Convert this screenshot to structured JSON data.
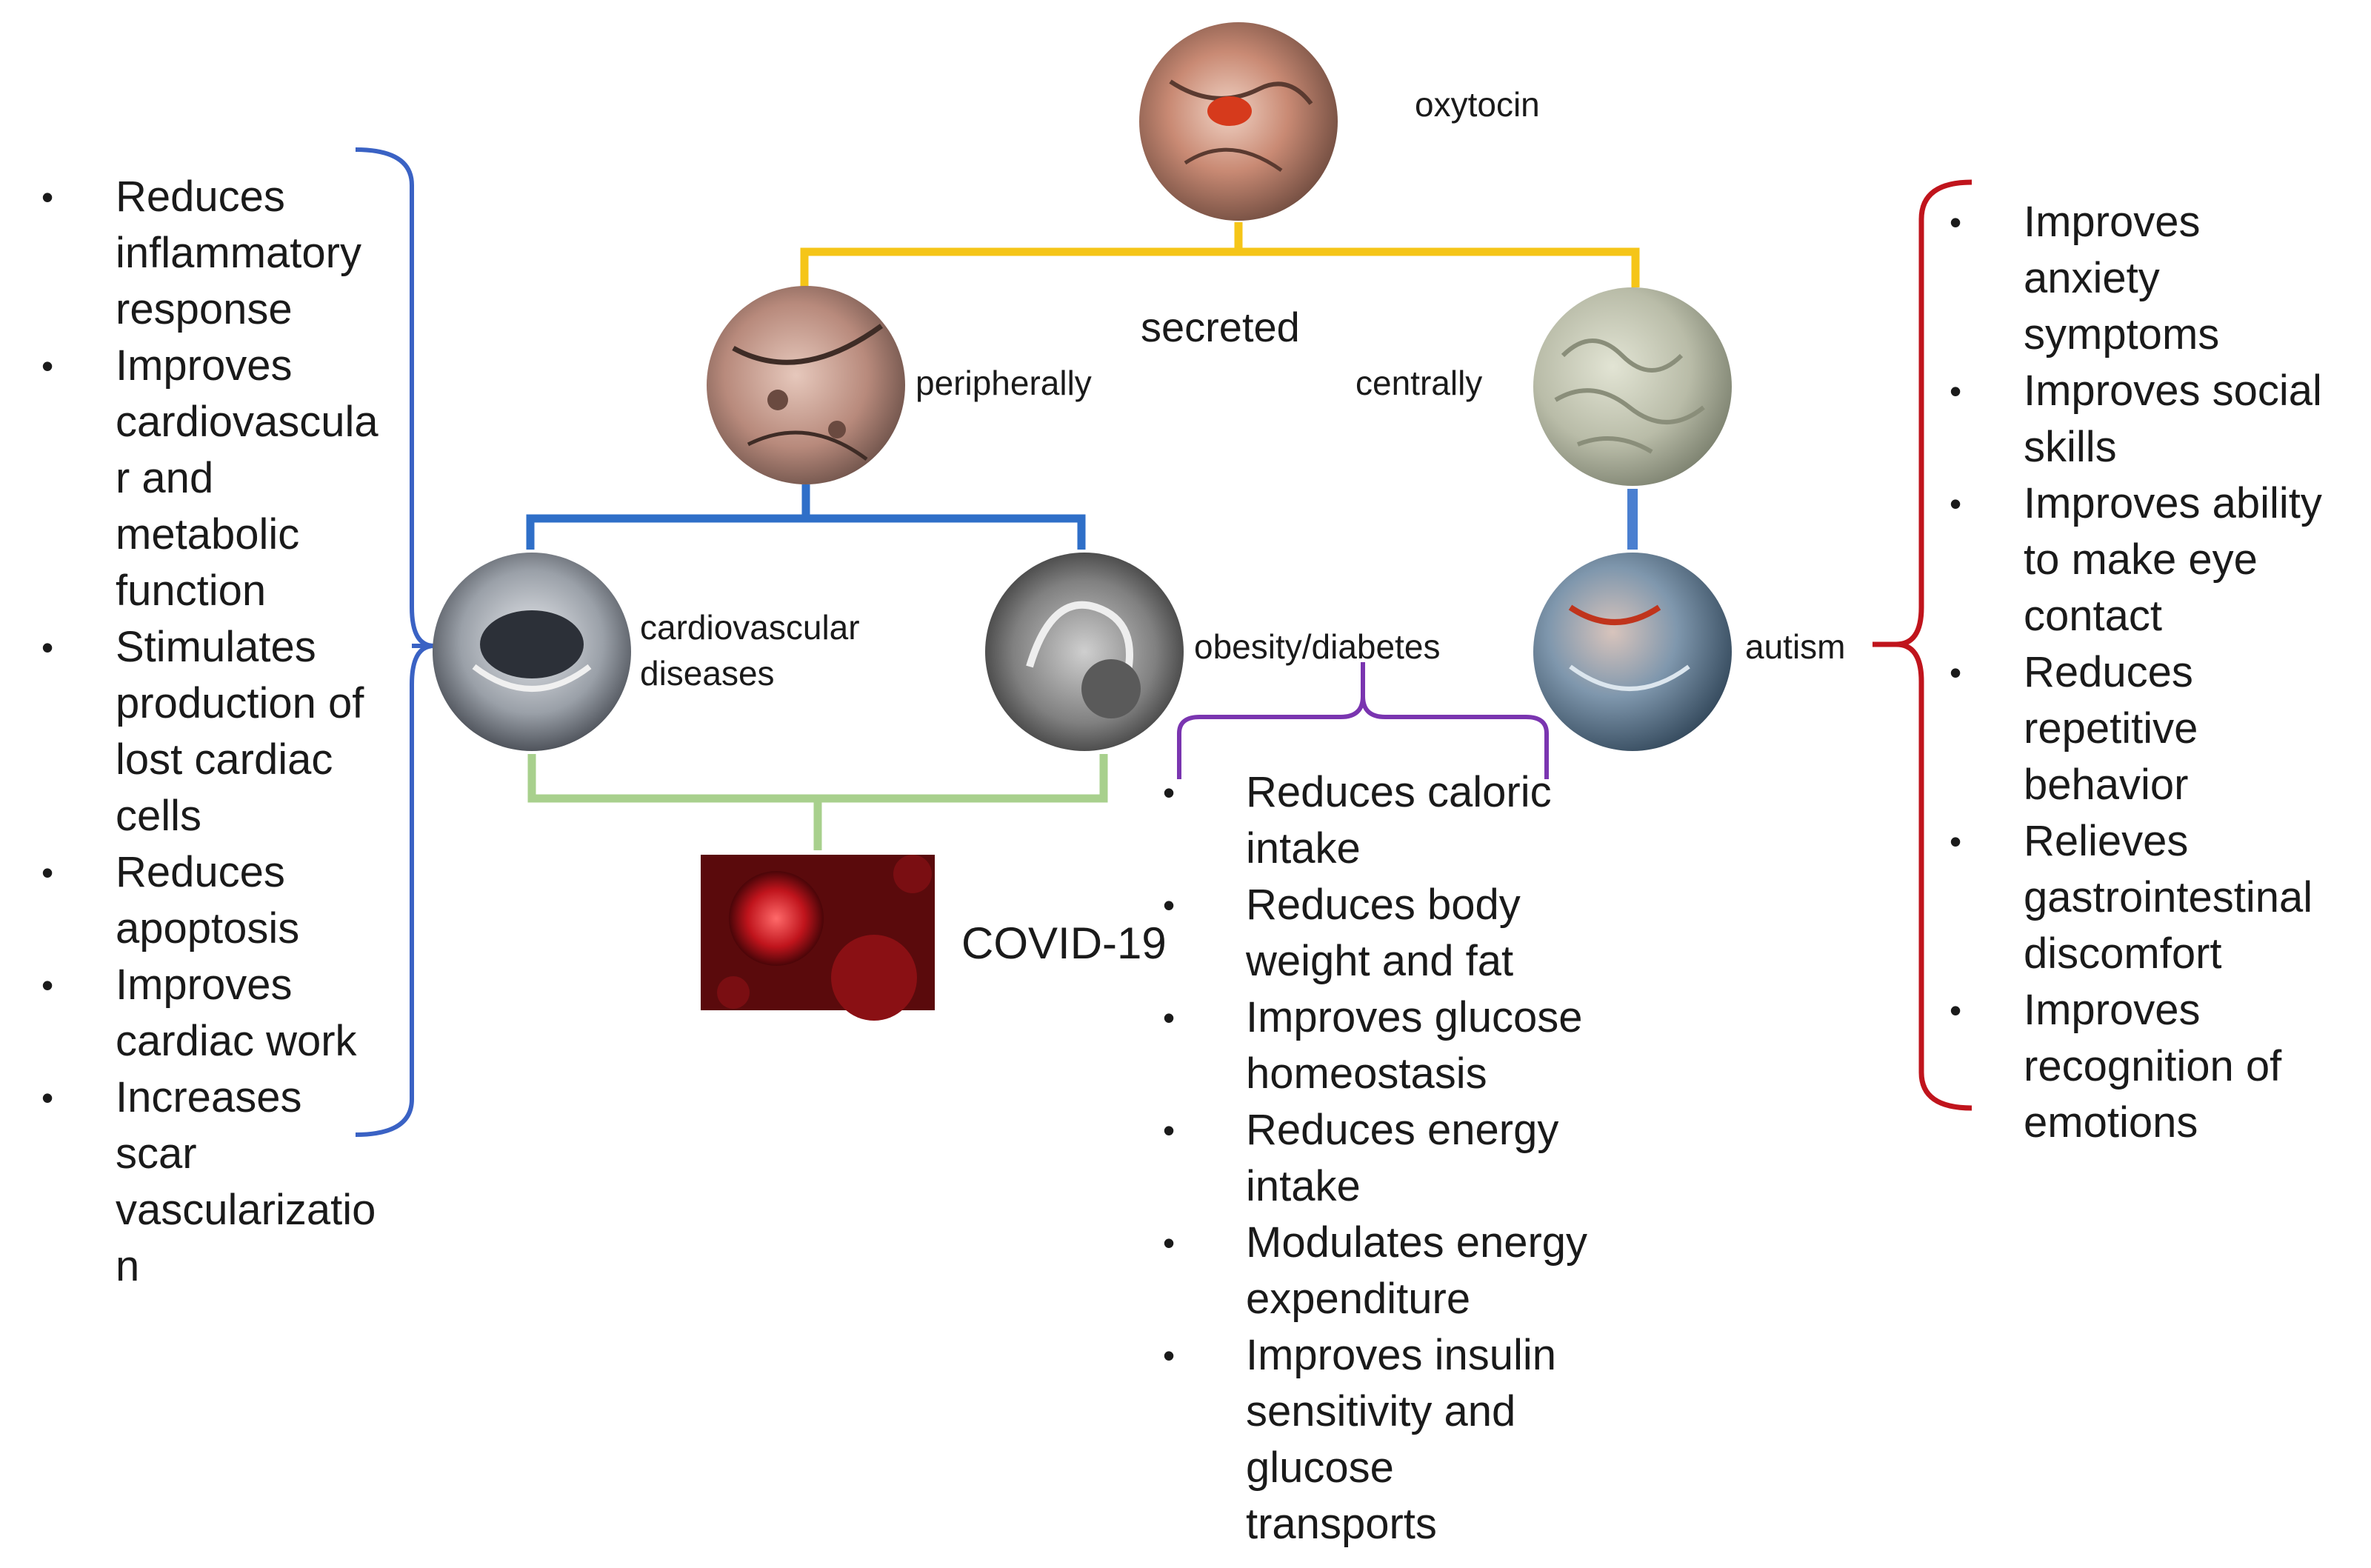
{
  "root": {
    "label": "oxytocin"
  },
  "branch": {
    "label": "secreted"
  },
  "peripheral": {
    "label": "peripherally"
  },
  "central": {
    "label": "centrally"
  },
  "cardio": {
    "label": "cardiovascular\ndiseases"
  },
  "obesity": {
    "label": "obesity/diabetes"
  },
  "autism": {
    "label": "autism"
  },
  "covid": {
    "label": "COVID-19"
  },
  "left_effects": {
    "items": [
      [
        "Reduces",
        "inflammatory",
        "response"
      ],
      [
        "Improves",
        "cardiovascula",
        "r and",
        "metabolic",
        "function"
      ],
      [
        "Stimulates",
        "production of",
        "lost cardiac",
        "cells"
      ],
      [
        "Reduces",
        "apoptosis"
      ],
      [
        "Improves",
        "cardiac work"
      ],
      [
        "Increases",
        "scar",
        "vascularizatio",
        "n"
      ]
    ]
  },
  "middle_effects": {
    "items": [
      [
        "Reduces caloric",
        "intake"
      ],
      [
        "Reduces body",
        "weight and fat"
      ],
      [
        "Improves glucose",
        "homeostasis"
      ],
      [
        "Reduces energy",
        "intake"
      ],
      [
        "Modulates energy",
        "expenditure"
      ],
      [
        "Improves insulin",
        "sensitivity and",
        "glucose",
        "transports"
      ]
    ]
  },
  "right_effects": {
    "items": [
      [
        "Improves",
        "anxiety",
        "symptoms"
      ],
      [
        "Improves social",
        "skills"
      ],
      [
        "Improves ability",
        "to make eye",
        "contact"
      ],
      [
        "Reduces",
        "repetitive",
        "behavior"
      ],
      [
        "Relieves",
        "gastrointestinal",
        "discomfort"
      ],
      [
        "Improves",
        "recognition of",
        "emotions"
      ]
    ]
  },
  "bullet_char": "•",
  "colors": {
    "secreted_connector": "#f5c518",
    "peripheral_connector": "#2f6fc8",
    "central_connector": "#4a7fd0",
    "covid_connector": "#a8d08d",
    "left_bracket": "#3a62c4",
    "middle_bracket": "#7a35b0",
    "right_bracket": "#c0141c"
  }
}
